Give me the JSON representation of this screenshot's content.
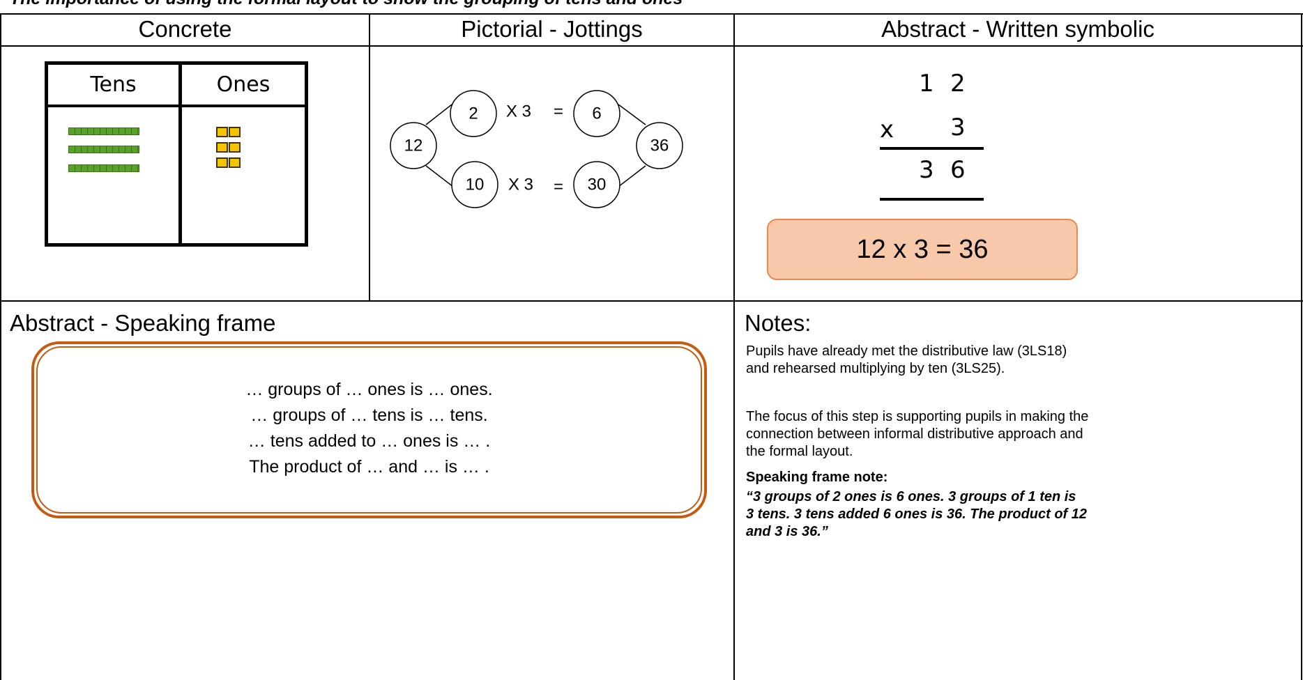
{
  "top_caption": "The importance of using the formal layout to show the grouping of tens and ones",
  "columns": {
    "concrete": "Concrete",
    "pictorial": "Pictorial - Jottings",
    "abstract": "Abstract - Written symbolic"
  },
  "place_value_chart": {
    "tens_label": "Tens",
    "ones_label": "Ones",
    "tens_rods": 3,
    "ones_cubes": 6,
    "colors": {
      "rod": "#5aa02c",
      "cube": "#f5c400"
    }
  },
  "jottings": {
    "whole": "12",
    "part_ones": "2",
    "part_tens": "10",
    "times_label": "X 3",
    "equals": "=",
    "product_ones": "6",
    "product_tens": "30",
    "total": "36"
  },
  "written_method": {
    "multiplicand_tens": "1",
    "multiplicand_ones": "2",
    "operator": "x",
    "multiplier": "3",
    "answer_tens": "3",
    "answer_ones": "6",
    "equation": "12 x 3 = 36",
    "colors": {
      "box_fill": "#f8c8ab",
      "box_border": "#e8884f"
    }
  },
  "speaking_frame": {
    "title": "Abstract - Speaking frame",
    "lines": [
      "… groups of … ones is … ones.",
      "… groups of … tens is … tens.",
      "… tens added to … ones is … .",
      "The product of … and … is … ."
    ],
    "border_color": "#c55a11"
  },
  "notes": {
    "title": "Notes:",
    "paragraph_1": "Pupils have already met the distributive law (3LS18) and rehearsed multiplying by ten (3LS25).",
    "paragraph_2": "The focus of this step is supporting pupils in making the connection between informal distributive approach and the formal layout.",
    "speaking_note_title": "Speaking frame note:",
    "speaking_note_text": "“3 groups of 2 ones is 6 ones. 3 groups of 1 ten is 3 tens. 3 tens added 6 ones is 36. The product of 12 and 3 is 36.”"
  }
}
